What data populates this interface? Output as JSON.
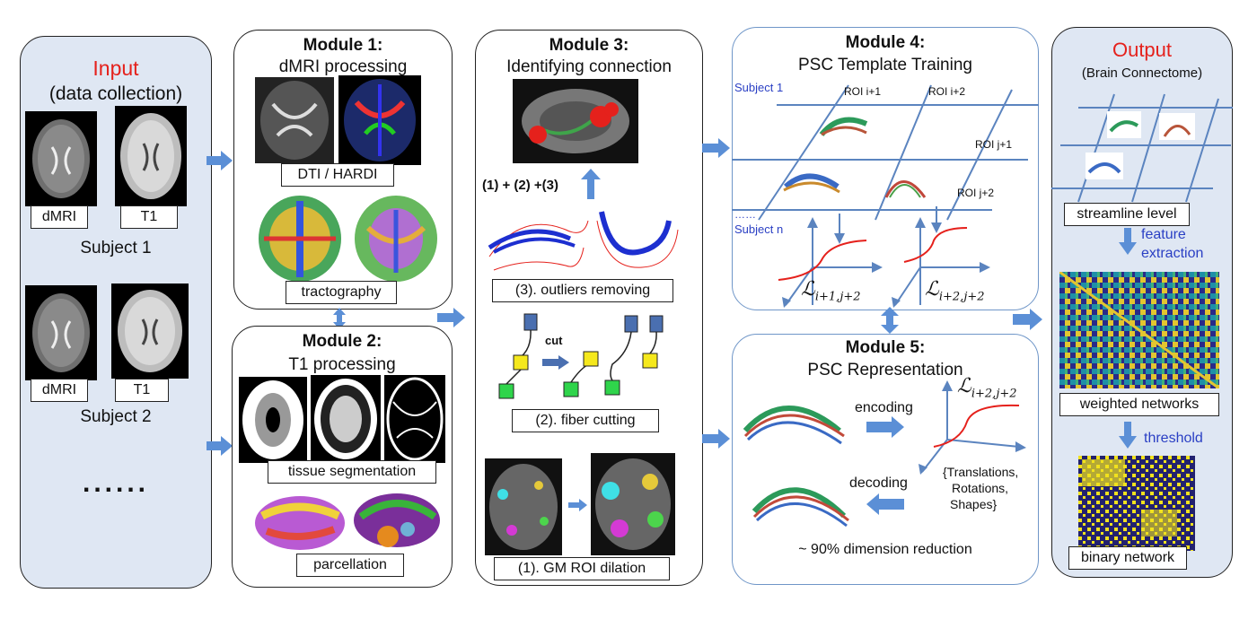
{
  "input": {
    "title": "Input",
    "subtitle": "(data collection)",
    "subject1": "Subject 1",
    "subject2": "Subject 2",
    "dmri": "dMRI",
    "t1": "T1",
    "ellipsis": "......"
  },
  "module1": {
    "title": "Module 1:",
    "subtitle": "dMRI processing",
    "label1": "DTI / HARDI",
    "label2": "tractography"
  },
  "module2": {
    "title": "Module 2:",
    "subtitle": "T1 processing",
    "label1": "tissue segmentation",
    "label2": "parcellation"
  },
  "module3": {
    "title": "Module 3:",
    "subtitle": "Identifying connection",
    "combo": "(1) + (2) +(3)",
    "step3": "(3). outliers removing",
    "cut": "cut",
    "step2": "(2). fiber cutting",
    "step1": "(1). GM ROI dilation"
  },
  "module4": {
    "title": "Module 4:",
    "subtitle": "PSC Template Training",
    "subject1": "Subject 1",
    "subjectn": "Subject n",
    "dots": "……",
    "roi_i1": "ROI i+1",
    "roi_i2": "ROI i+2",
    "roi_j1": "ROI j+1",
    "roi_j2": "ROI j+2",
    "loss1": "ℒ",
    "loss1_sub": "i+1,j+2",
    "loss2": "ℒ",
    "loss2_sub": "i+2,j+2"
  },
  "module5": {
    "title": "Module 5:",
    "subtitle": "PSC Representation",
    "encoding": "encoding",
    "decoding": "decoding",
    "loss": "ℒ",
    "loss_sub": "i+2,j+2",
    "params_1": "{Translations,",
    "params_2": "Rotations,",
    "params_3": "Shapes}",
    "reduction": "~ 90% dimension reduction"
  },
  "output": {
    "title": "Output",
    "subtitle": "(Brain Connectome)",
    "streamline": "streamline level",
    "feature_1": "feature",
    "feature_2": "extraction",
    "weighted": "weighted networks",
    "threshold": "threshold",
    "binary": "binary network"
  },
  "colors": {
    "arrow": "#5b8fd6",
    "red": "#e5211c",
    "blue_text": "#2a3fc4",
    "input_bg": "#dfe7f3"
  }
}
